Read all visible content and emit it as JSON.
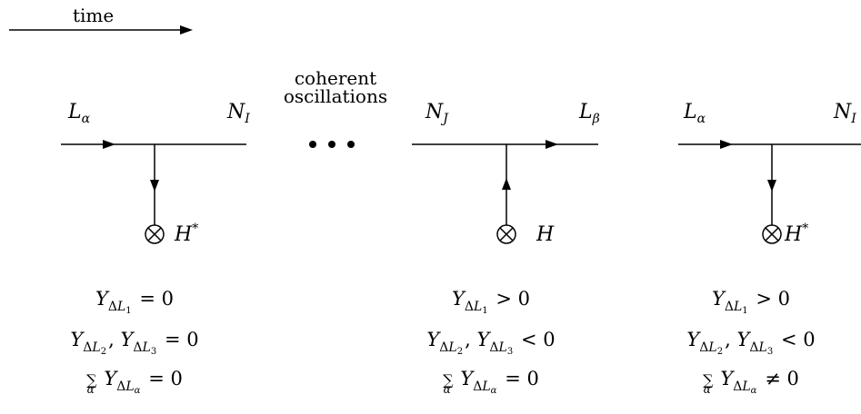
{
  "time_label": "time",
  "middle_caption": [
    "coherent",
    "oscillations"
  ],
  "ellipsis": "• • •",
  "diagrams": [
    {
      "left_label": {
        "base": "L",
        "sub": "α"
      },
      "right_label": {
        "base": "N",
        "sub": "I"
      },
      "higgs": {
        "base": "H",
        "sup": "*"
      },
      "relations": [
        {
          "lhs": "Y_{ΔL1}",
          "rel": "=",
          "rhs": "0"
        },
        {
          "lhs": "Y_{ΔL2}, Y_{ΔL3}",
          "rel": "=",
          "rhs": "0"
        },
        {
          "lhs": "Σ_α Y_{ΔLα}",
          "rel": "=",
          "rhs": "0"
        }
      ]
    },
    {
      "left_label": {
        "base": "N",
        "sub": "J"
      },
      "right_label": {
        "base": "L",
        "sub": "β"
      },
      "higgs": {
        "base": "H",
        "sup": ""
      },
      "relations": [
        {
          "lhs": "Y_{ΔL1}",
          "rel": ">",
          "rhs": "0"
        },
        {
          "lhs": "Y_{ΔL2}, Y_{ΔL3}",
          "rel": "<",
          "rhs": "0"
        },
        {
          "lhs": "Σ_α Y_{ΔLα}",
          "rel": "=",
          "rhs": "0"
        }
      ]
    },
    {
      "left_label": {
        "base": "L",
        "sub": "α"
      },
      "right_label": {
        "base": "N",
        "sub": "I"
      },
      "higgs": {
        "base": "H",
        "sup": "*"
      },
      "relations": [
        {
          "lhs": "Y_{ΔL1}",
          "rel": ">",
          "rhs": "0"
        },
        {
          "lhs": "Y_{ΔL2}, Y_{ΔL3}",
          "rel": "<",
          "rhs": "0"
        },
        {
          "lhs": "Σ_α Y_{ΔLα}",
          "rel": "≠",
          "rhs": "0"
        }
      ]
    }
  ]
}
